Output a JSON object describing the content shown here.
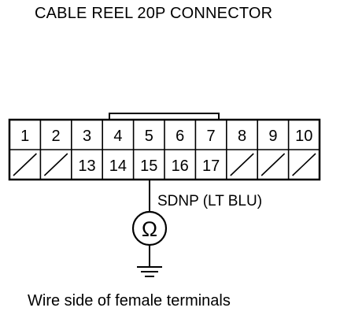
{
  "title": "CABLE REEL 20P CONNECTOR",
  "caption": "Wire side of female terminals",
  "connector": {
    "top_row": [
      "1",
      "2",
      "3",
      "4",
      "5",
      "6",
      "7",
      "8",
      "9",
      "10"
    ],
    "bottom_row": [
      "",
      "",
      "13",
      "14",
      "15",
      "16",
      "17",
      "",
      "",
      ""
    ],
    "probed_terminal": "15",
    "wire_label": "SDNP (LT BLU)"
  },
  "meter": {
    "symbol": "Ω",
    "icon": "ohmmeter-icon"
  },
  "ground": {
    "icon": "ground-symbol-icon"
  },
  "colors": {
    "line": "#000000",
    "background": "#ffffff"
  }
}
